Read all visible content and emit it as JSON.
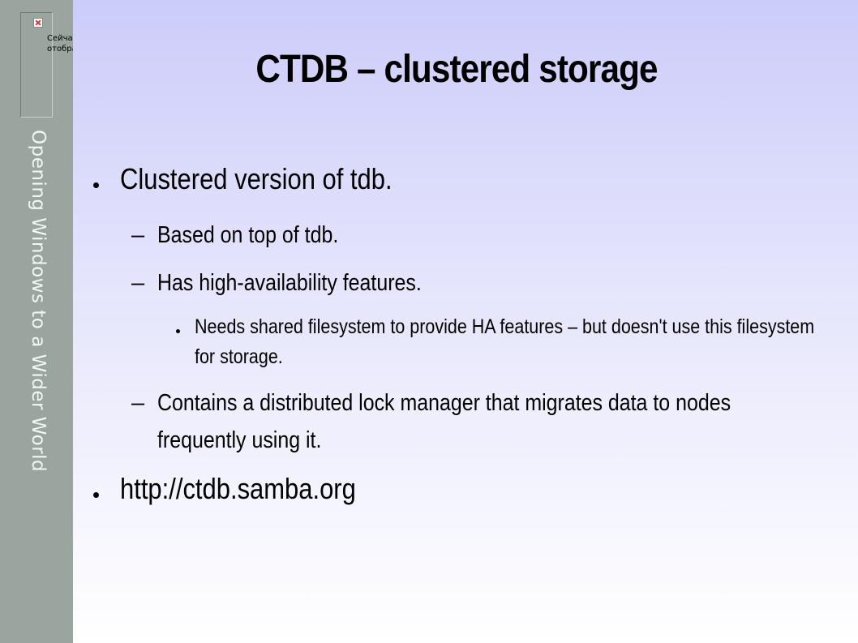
{
  "sidebar": {
    "broken_image_alt": "Сейчас не удается отобразить",
    "vertical_text": "Opening Windows to a Wider World"
  },
  "slide": {
    "title": "CTDB – clustered storage",
    "items": [
      {
        "level": 1,
        "text": "Clustered version of tdb."
      },
      {
        "level": 2,
        "text": "Based on top of tdb."
      },
      {
        "level": 2,
        "text": "Has high-availability features."
      },
      {
        "level": 3,
        "text": "Needs shared filesystem to provide HA features – but doesn't use this filesystem for storage."
      },
      {
        "level": 2,
        "text": "Contains a distributed lock manager that migrates data to nodes frequently using it."
      },
      {
        "level": 1,
        "text": "http://ctdb.samba.org"
      }
    ]
  }
}
